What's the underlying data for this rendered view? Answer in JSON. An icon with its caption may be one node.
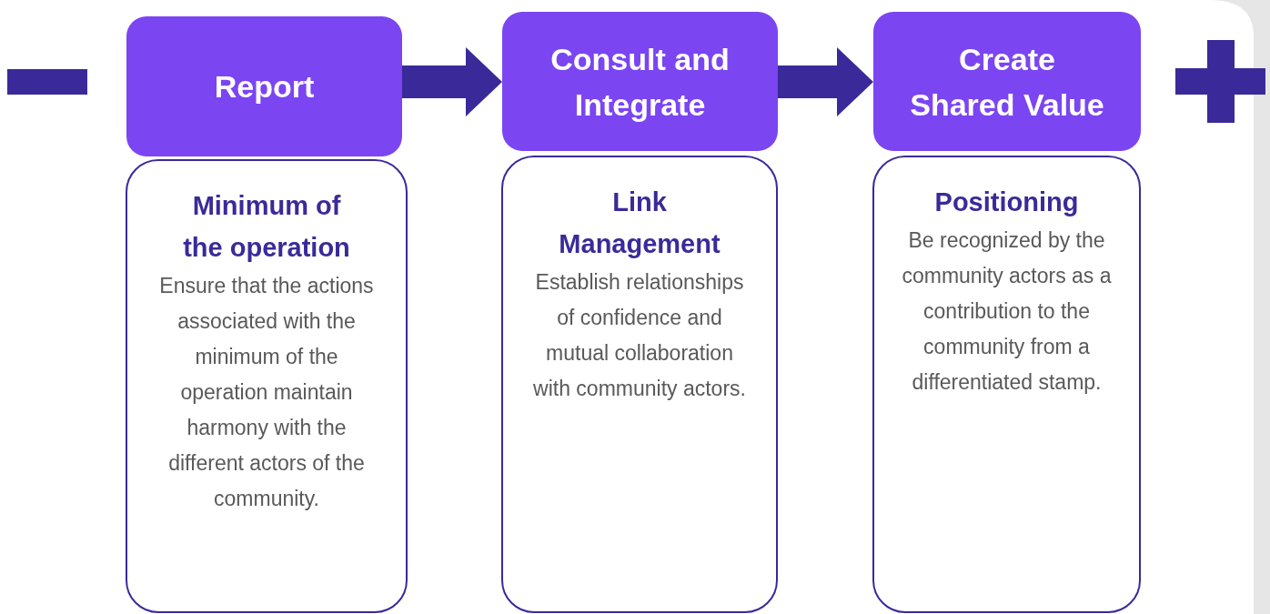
{
  "diagram": {
    "nodes": [
      {
        "text": [
          "Report"
        ]
      },
      {
        "text": [
          "Minimum of the operation",
          "Ensure that the actions associated with the minimum of the operation maintain harmony with the different actors of the community."
        ]
      },
      {
        "text": [
          "Consult and Integrate"
        ]
      },
      {
        "text": [
          "Link Management",
          "Establish relationships of confidence and mutual collaboration with community actors."
        ]
      },
      {
        "text": [
          "Create Shared Value"
        ]
      },
      {
        "text": [
          "Positioning",
          "Be recognized by the community actors as a contribution to the community from a differentiated stamp."
        ]
      }
    ],
    "edges": [
      {
        "from": 0,
        "to": 2,
        "arrow": "to"
      },
      {
        "from": 2,
        "to": 4,
        "arrow": "to"
      }
    ]
  }
}
